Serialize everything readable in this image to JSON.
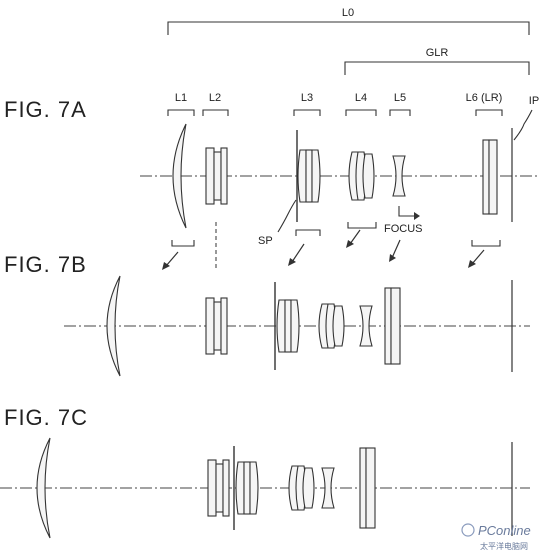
{
  "figures": [
    {
      "id": "7A",
      "label": "FIG. 7A"
    },
    {
      "id": "7B",
      "label": "FIG. 7B"
    },
    {
      "id": "7C",
      "label": "FIG. 7C"
    }
  ],
  "brackets": {
    "overall": "L0",
    "rear_group": "GLR"
  },
  "lens_labels": {
    "l1": "L1",
    "l2": "L2",
    "l3": "L3",
    "l4": "L4",
    "l5": "L5",
    "l6": "L6 (LR)",
    "ip": "IP"
  },
  "annotations": {
    "stop": "SP",
    "focus": "FOCUS"
  },
  "watermark": {
    "brand": "PConline",
    "tagline": "太平洋电脑网"
  }
}
